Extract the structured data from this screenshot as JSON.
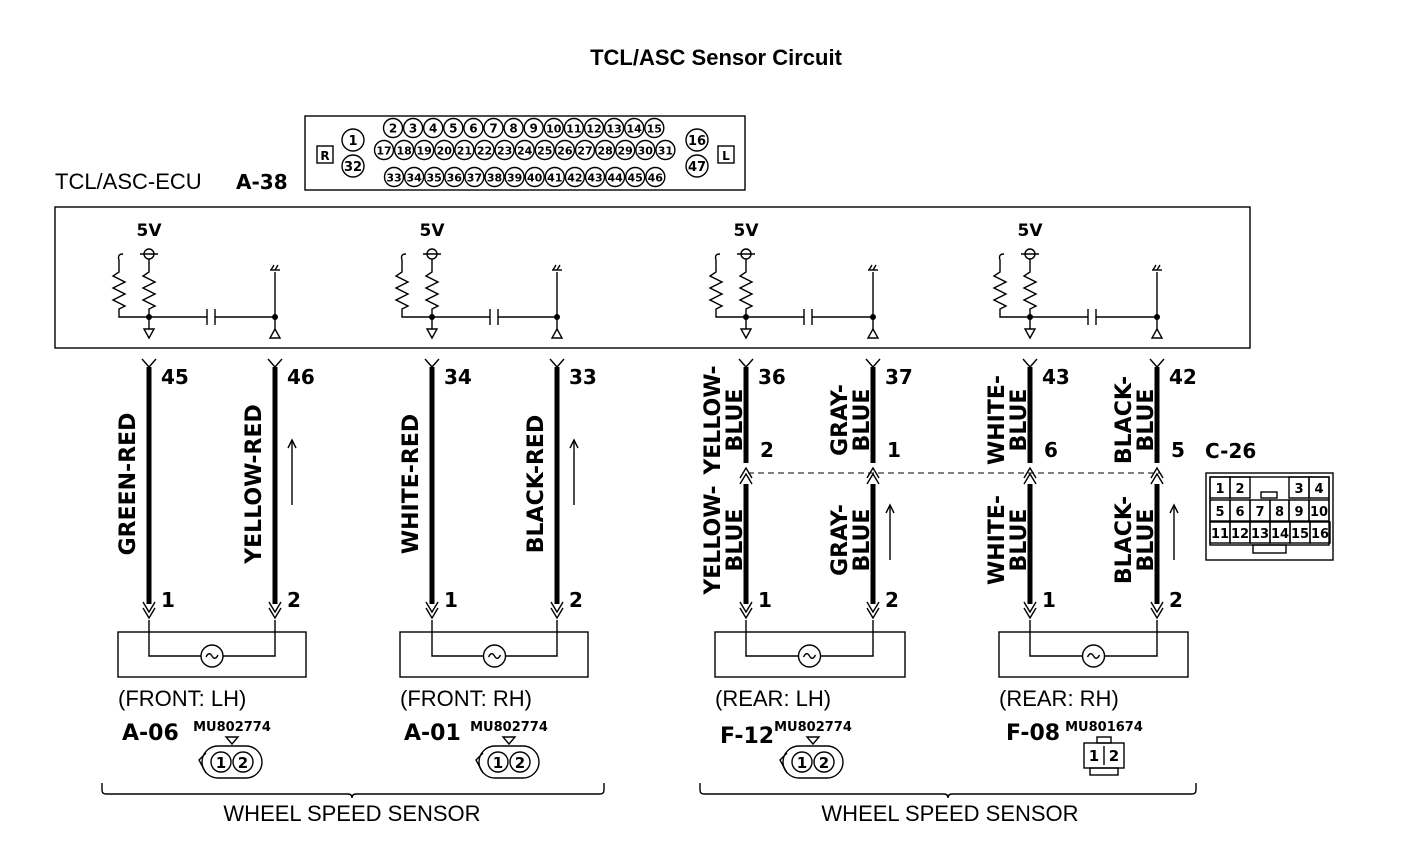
{
  "title": "TCL/ASC Sensor Circuit",
  "ecu": {
    "name": "TCL/ASC-ECU",
    "connector": "A-38",
    "supply_label": "5V",
    "pins_row1": [
      "2",
      "3",
      "4",
      "5",
      "6",
      "7",
      "8",
      "9",
      "10",
      "11",
      "12",
      "13",
      "14",
      "15"
    ],
    "pins_row2": [
      "17",
      "18",
      "19",
      "20",
      "21",
      "22",
      "23",
      "24",
      "25",
      "26",
      "27",
      "28",
      "29",
      "30",
      "31"
    ],
    "pins_row3": [
      "33",
      "34",
      "35",
      "36",
      "37",
      "38",
      "39",
      "40",
      "41",
      "42",
      "43",
      "44",
      "45",
      "46"
    ],
    "pin_left_top": "1",
    "pin_left_bottom": "32",
    "pin_right_top": "16",
    "pin_right_bottom": "47",
    "side_left": "R",
    "side_right": "L"
  },
  "intermediate_connector": {
    "name": "C-26",
    "pins_row1": [
      "1",
      "2",
      "3",
      "4"
    ],
    "pins_row2": [
      "5",
      "6",
      "7",
      "8",
      "9",
      "10"
    ],
    "pins_row3": [
      "11",
      "12",
      "13",
      "14",
      "15",
      "16"
    ]
  },
  "sensors": [
    {
      "position": "(FRONT: LH)",
      "connector": "A-06",
      "part": "MU802774",
      "wires": [
        {
          "ecu_pin": "45",
          "color": "GREEN-RED",
          "sensor_pin": "1"
        },
        {
          "ecu_pin": "46",
          "color": "YELLOW-RED",
          "sensor_pin": "2"
        }
      ],
      "conn_pins": [
        "1",
        "2"
      ]
    },
    {
      "position": "(FRONT: RH)",
      "connector": "A-01",
      "part": "MU802774",
      "wires": [
        {
          "ecu_pin": "34",
          "color": "WHITE-RED",
          "sensor_pin": "1"
        },
        {
          "ecu_pin": "33",
          "color": "BLACK-RED",
          "sensor_pin": "2"
        }
      ],
      "conn_pins": [
        "1",
        "2"
      ]
    },
    {
      "position": "(REAR: LH)",
      "connector": "F-12",
      "part": "MU802774",
      "wires": [
        {
          "ecu_pin": "36",
          "color_top": [
            "YELLOW-",
            "BLUE"
          ],
          "c26_pin": "2",
          "color_bottom": [
            "YELLOW-",
            "BLUE"
          ],
          "sensor_pin": "1"
        },
        {
          "ecu_pin": "37",
          "color_top": [
            "GRAY-",
            "BLUE"
          ],
          "c26_pin": "1",
          "color_bottom": [
            "GRAY-",
            "BLUE"
          ],
          "sensor_pin": "2"
        }
      ],
      "conn_pins": [
        "1",
        "2"
      ]
    },
    {
      "position": "(REAR: RH)",
      "connector": "F-08",
      "part": "MU801674",
      "wires": [
        {
          "ecu_pin": "43",
          "color_top": [
            "WHITE-",
            "BLUE"
          ],
          "c26_pin": "6",
          "color_bottom": [
            "WHITE-",
            "BLUE"
          ],
          "sensor_pin": "1"
        },
        {
          "ecu_pin": "42",
          "color_top": [
            "BLACK-",
            "BLUE"
          ],
          "c26_pin": "5",
          "color_bottom": [
            "BLACK-",
            "BLUE"
          ],
          "sensor_pin": "2"
        }
      ],
      "conn_pins": [
        "1",
        "2"
      ]
    }
  ],
  "group_labels": [
    "WHEEL SPEED SENSOR",
    "WHEEL SPEED SENSOR"
  ]
}
